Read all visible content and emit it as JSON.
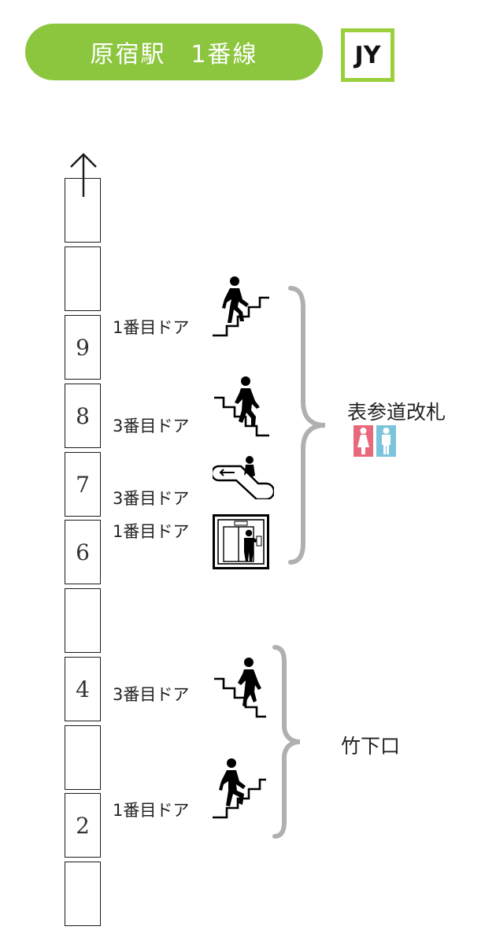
{
  "header": {
    "title": "原宿駅　1番線",
    "line_code": "JY",
    "pill_color": "#8cc63f",
    "badge_border_color": "#9ccf3c"
  },
  "cars": [
    {
      "number": ""
    },
    {
      "number": ""
    },
    {
      "number": "9"
    },
    {
      "number": "8"
    },
    {
      "number": "7"
    },
    {
      "number": "6"
    },
    {
      "number": ""
    },
    {
      "number": "4"
    },
    {
      "number": ""
    },
    {
      "number": "2"
    },
    {
      "number": ""
    }
  ],
  "facilities": [
    {
      "door": "1番目ドア",
      "icon": "stairs-up-icon"
    },
    {
      "door": "3番目ドア",
      "icon": "stairs-down-icon"
    },
    {
      "door": "3番目ドア",
      "icon": "escalator-icon"
    },
    {
      "door": "1番目ドア",
      "icon": "elevator-icon"
    },
    {
      "door": "3番目ドア",
      "icon": "stairs-down-icon"
    },
    {
      "door": "1番目ドア",
      "icon": "stairs-up-icon"
    }
  ],
  "destinations": {
    "omotesando": "表参道改札",
    "takeshita": "竹下口"
  },
  "restroom": {
    "icon": "restroom-icon",
    "female_color": "#e8697b",
    "male_color": "#7cc3dc"
  },
  "direction_icon": "arrow-up-icon",
  "brace_color": "#b0b0b0"
}
